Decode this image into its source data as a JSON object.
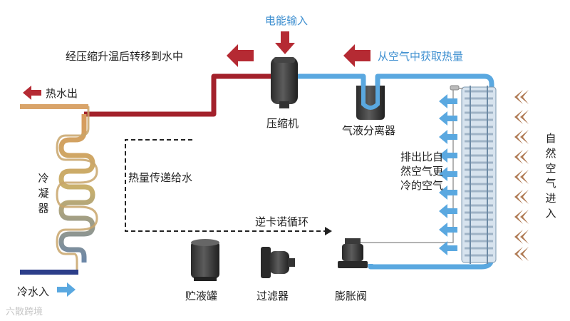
{
  "labels": {
    "power_input": "电能输入",
    "to_water": "经压缩升温后转移到水中",
    "from_air": "从空气中获取热量",
    "hot_water_out": "热水出",
    "compressor": "压缩机",
    "gas_liquid_separator": "气液分离器",
    "condenser": "冷凝器",
    "heat_to_water": "热量传递给水",
    "reverse_carnot": "逆卡诺循环",
    "cold_air_out": "排出比自然空气更冷的空气",
    "natural_air_in": "自然空气进入",
    "cold_water_in": "冷水入",
    "receiver_tank": "贮液罐",
    "filter": "过滤器",
    "expansion_valve": "膨胀阀"
  },
  "watermark": "六散跨境",
  "colors": {
    "hot_pipe": "#a3212b",
    "cold_pipe": "#5aa8e0",
    "hot_arrow": "#b52a33",
    "air_in_arrow": "#b07b55",
    "air_out_arrow": "#5aa8e0",
    "label_blue": "#3e8fd0",
    "component": "#2e2e2e"
  }
}
